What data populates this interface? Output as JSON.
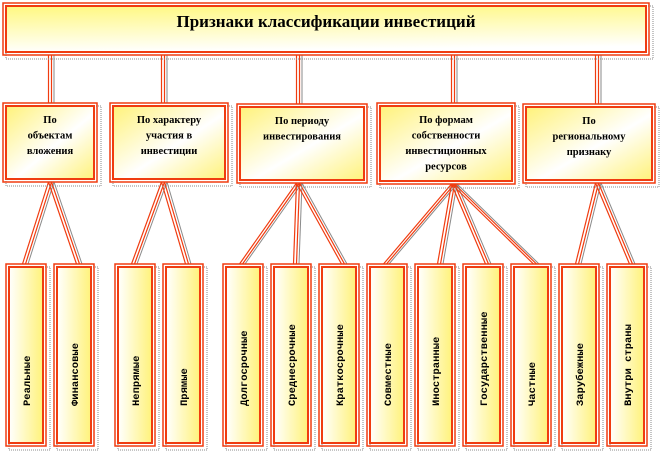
{
  "title": "Признаки классификации инвестиций",
  "colors": {
    "border": "#f03c10",
    "shadow": "#8a8a8a",
    "fill_yellow": "#fff98a",
    "fill_white": "#ffffff",
    "text": "#000000"
  },
  "categories": [
    {
      "id": "objects",
      "lines": [
        "По",
        "объектам",
        "вложения"
      ],
      "leaves": [
        "Реальные",
        "Финансовые"
      ]
    },
    {
      "id": "participation",
      "lines": [
        "По характеру",
        "участия в",
        "инвестиции"
      ],
      "leaves": [
        "Непрямые",
        "Прямые"
      ]
    },
    {
      "id": "period",
      "lines": [
        "По периоду",
        "инвестирования"
      ],
      "leaves": [
        "Долгосрочные",
        "Среднесрочные",
        "Краткосрочные"
      ]
    },
    {
      "id": "ownership",
      "lines": [
        "По формам",
        "собственности",
        "инвестиционных",
        "ресурсов"
      ],
      "leaves": [
        "Совместные",
        "Иностранные",
        "Государственные",
        "Частные"
      ]
    },
    {
      "id": "regional",
      "lines": [
        "По",
        "региональному",
        "признаку"
      ],
      "leaves": [
        "Зарубежные",
        "Внутри страны"
      ]
    }
  ]
}
